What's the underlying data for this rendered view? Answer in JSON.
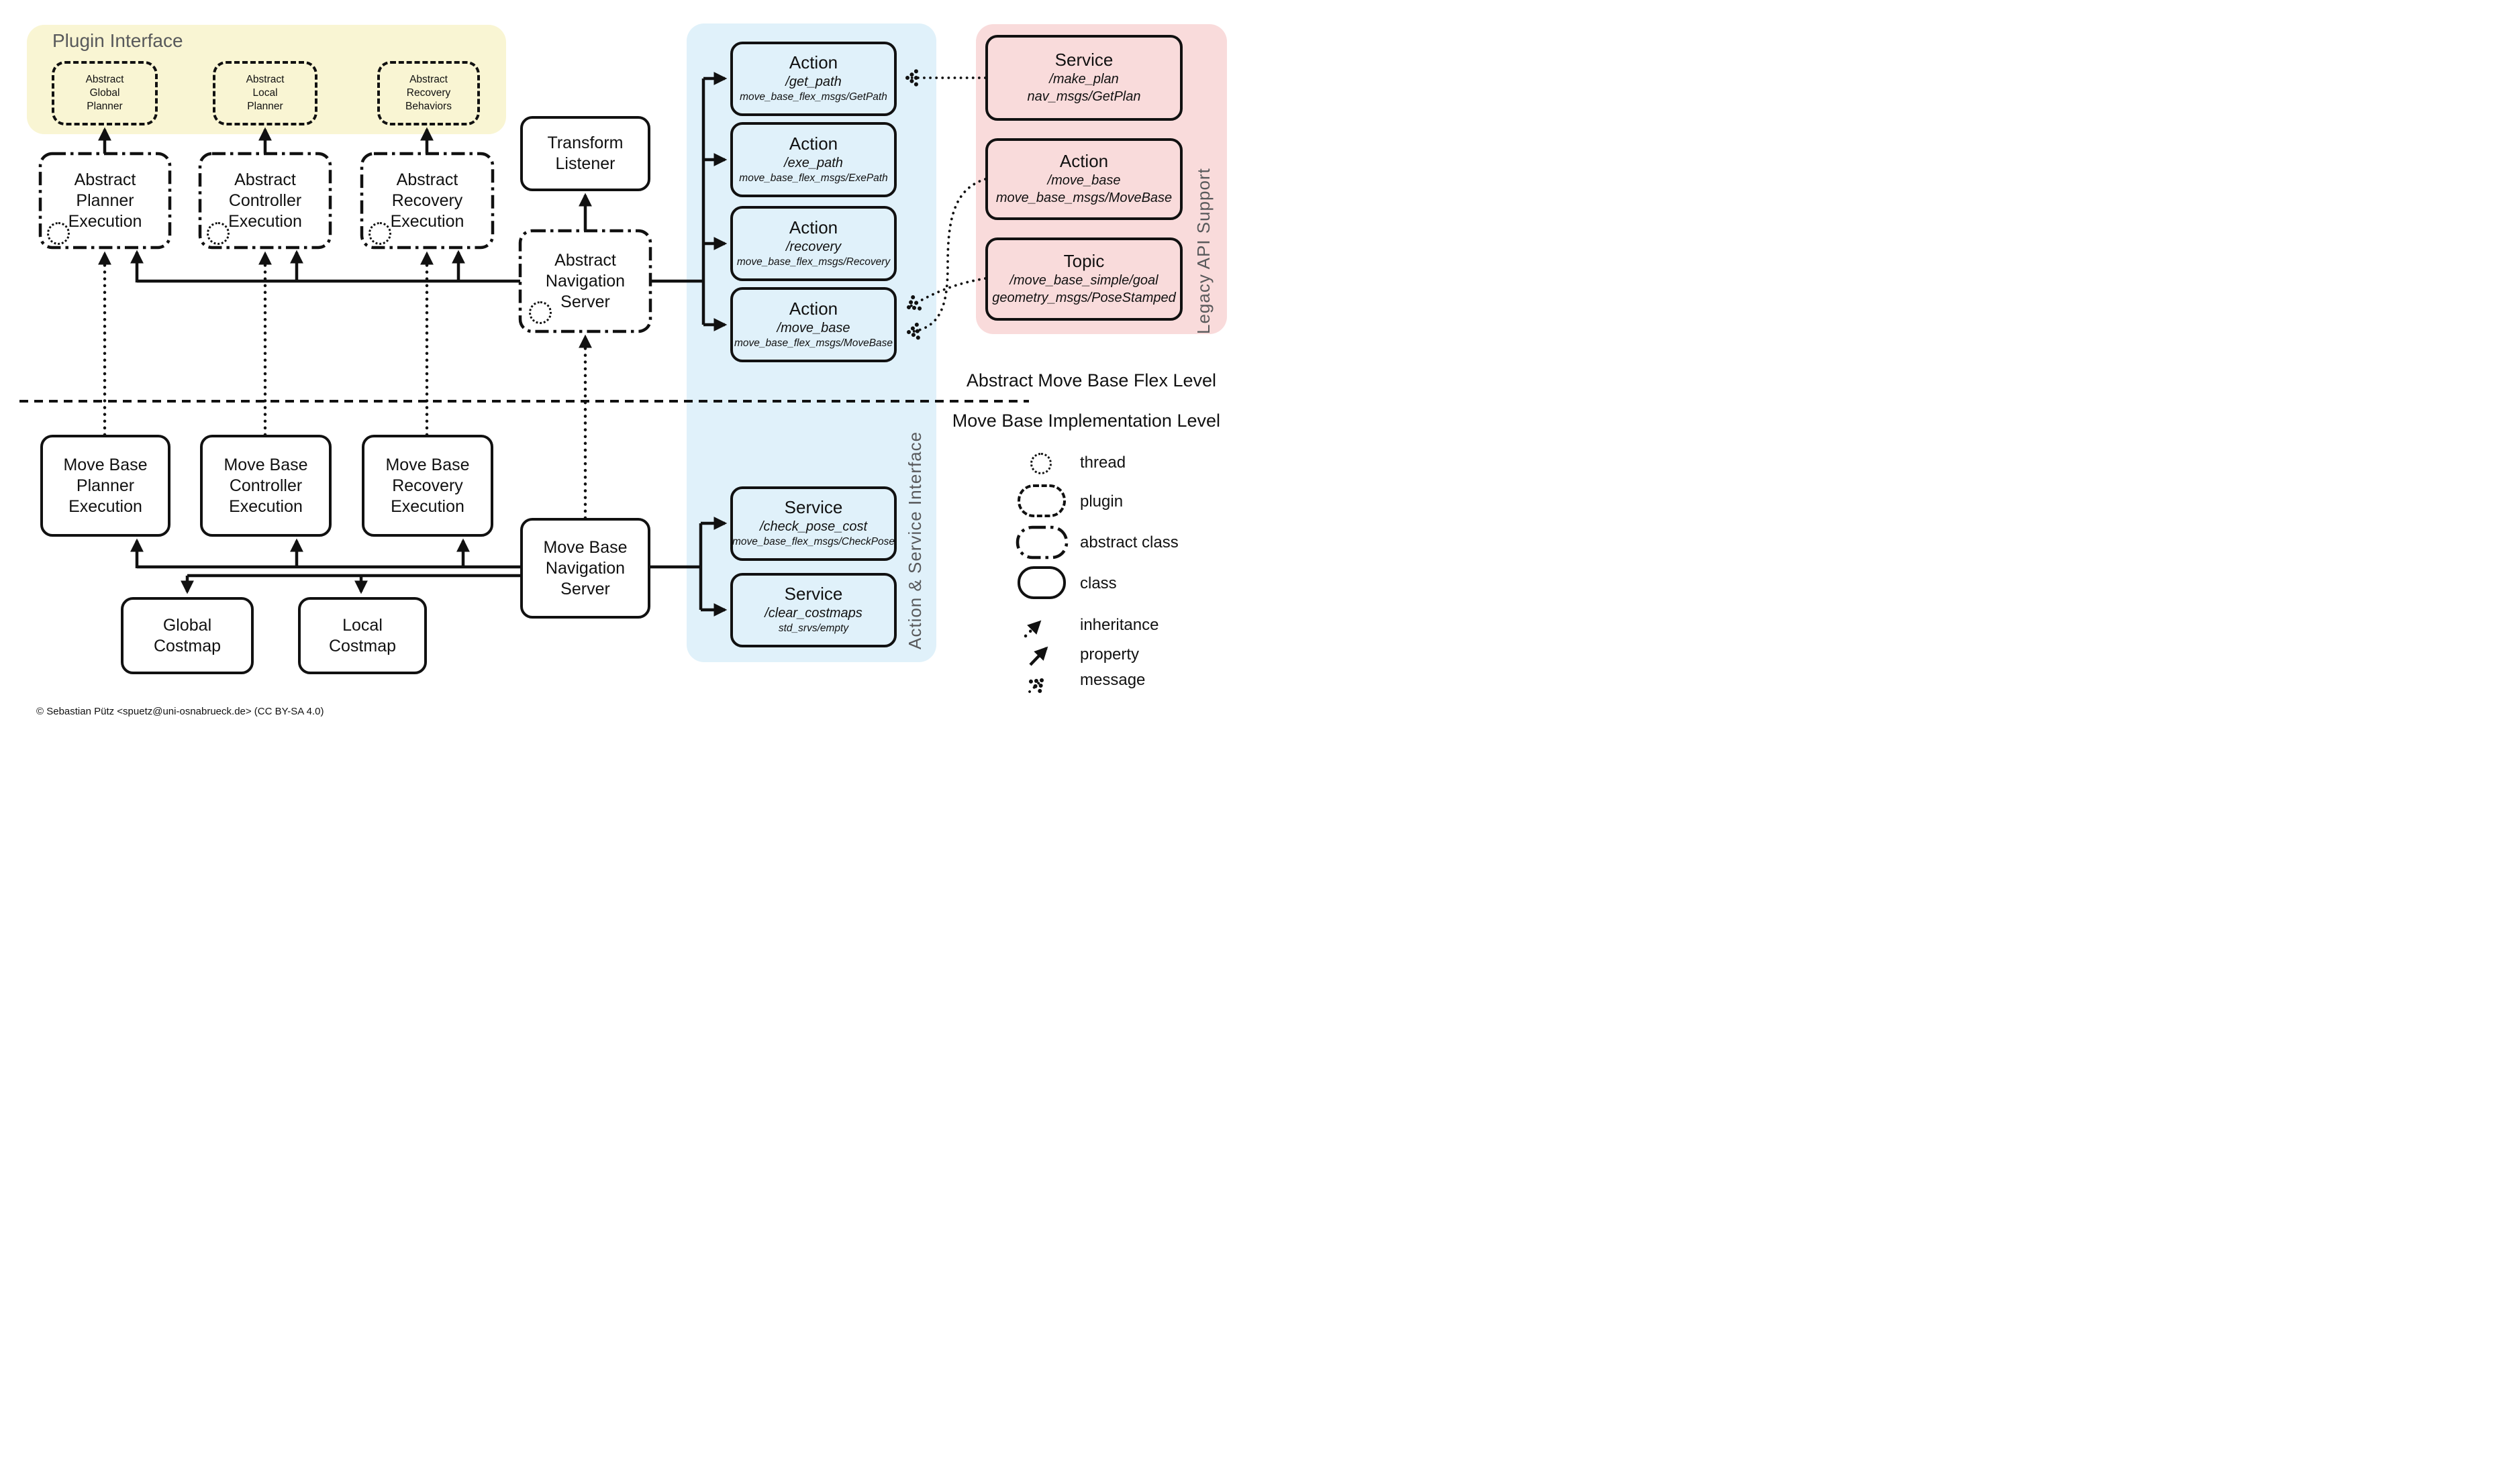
{
  "colors": {
    "plugin_region_bg": "#f9f5d3",
    "interface_region_bg": "#e0f1fa",
    "legacy_region_bg": "#f9dbdb",
    "muted_text": "#58595b",
    "line": "#111111"
  },
  "regions": {
    "plugin_interface": "Plugin Interface",
    "action_service_interface": "Action & Service Interface",
    "legacy_api_support": "Legacy API Support"
  },
  "levels": {
    "upper": "Abstract Move Base Flex Level",
    "lower": "Move Base Implementation Level"
  },
  "plugins": {
    "global": [
      "Abstract",
      "Global",
      "Planner"
    ],
    "local": [
      "Abstract",
      "Local",
      "Planner"
    ],
    "recovery": [
      "Abstract",
      "Recovery",
      "Behaviors"
    ]
  },
  "abstract_exec": {
    "planner": [
      "Abstract",
      "Planner",
      "Execution"
    ],
    "controller": [
      "Abstract",
      "Controller",
      "Execution"
    ],
    "recovery": [
      "Abstract",
      "Recovery",
      "Execution"
    ]
  },
  "transform_listener": [
    "Transform",
    "Listener"
  ],
  "abstract_nav_server": [
    "Abstract",
    "Navigation",
    "Server"
  ],
  "mb_exec": {
    "planner": [
      "Move Base",
      "Planner",
      "Execution"
    ],
    "controller": [
      "Move Base",
      "Controller",
      "Execution"
    ],
    "recovery": [
      "Move Base",
      "Recovery",
      "Execution"
    ]
  },
  "mb_nav_server": [
    "Move Base",
    "Navigation",
    "Server"
  ],
  "costmaps": {
    "global": [
      "Global",
      "Costmap"
    ],
    "local": [
      "Local",
      "Costmap"
    ]
  },
  "actions": [
    {
      "title": "Action",
      "name": "/get_path",
      "type": "move_base_flex_msgs/GetPath"
    },
    {
      "title": "Action",
      "name": "/exe_path",
      "type": "move_base_flex_msgs/ExePath"
    },
    {
      "title": "Action",
      "name": "/recovery",
      "type": "move_base_flex_msgs/Recovery"
    },
    {
      "title": "Action",
      "name": "/move_base",
      "type": "move_base_flex_msgs/MoveBase"
    }
  ],
  "services": [
    {
      "title": "Service",
      "name": "/check_pose_cost",
      "type": "move_base_flex_msgs/CheckPose"
    },
    {
      "title": "Service",
      "name": "/clear_costmaps",
      "type": "std_srvs/empty"
    }
  ],
  "legacy": [
    {
      "title": "Service",
      "name": "/make_plan",
      "type": "nav_msgs/GetPlan"
    },
    {
      "title": "Action",
      "name": "/move_base",
      "type": "move_base_msgs/MoveBase"
    },
    {
      "title": "Topic",
      "name": "/move_base_simple/goal",
      "type": "geometry_msgs/PoseStamped"
    }
  ],
  "legend": {
    "thread": "thread",
    "plugin": "plugin",
    "abstract_class": "abstract class",
    "class": "class",
    "inheritance": "inheritance",
    "property": "property",
    "message": "message"
  },
  "copyright": "© Sebastian Pütz <spuetz@uni-osnabrueck.de> (CC BY-SA 4.0)"
}
